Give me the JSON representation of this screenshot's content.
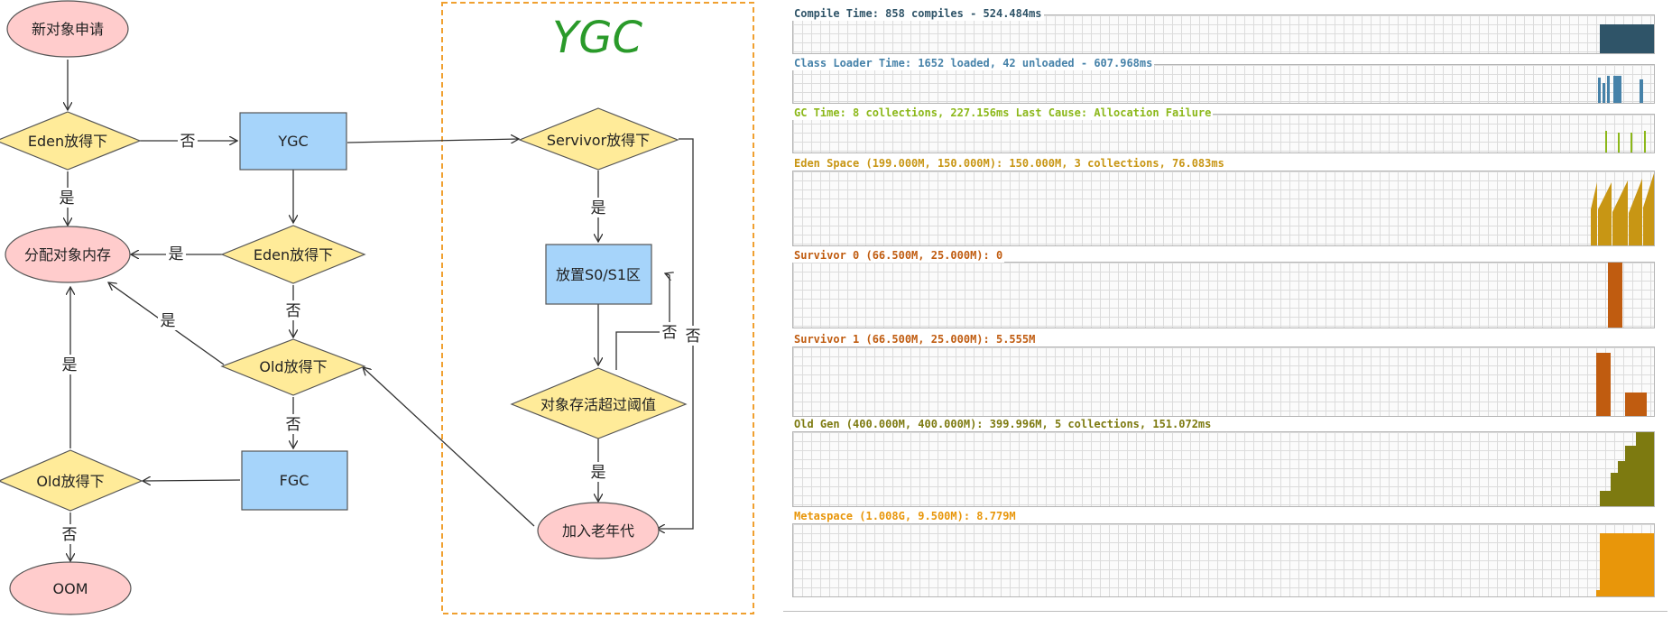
{
  "flow": {
    "title": "YGC",
    "nodes": {
      "new_request": "新对象申请",
      "eden_fit_1": "Eden放得下",
      "ygc": "YGC",
      "allocate": "分配对象内存",
      "eden_fit_2": "Eden放得下",
      "old_fit_1": "Old放得下",
      "fgc": "FGC",
      "old_fit_2": "Old放得下",
      "oom": "OOM",
      "survivor_fit": "Servivor放得下",
      "place_s0s1": "放置S0/S1区",
      "age_threshold": "对象存活超过阈值",
      "old_gen": "加入老年代"
    },
    "edge_labels": {
      "yes": "是",
      "no": "否"
    },
    "colors": {
      "ellipse_fill": "#ffcccc",
      "diamond_fill": "#ffeb99",
      "rect_fill": "#a6d4fa",
      "title_color": "#2a9a2a",
      "dashed_border": "#f0a030"
    }
  },
  "gc_panels": [
    {
      "title": "Compile Time: 858 compiles - 524.484ms",
      "color": "#2f5468"
    },
    {
      "title": "Class Loader Time: 1652 loaded, 42 unloaded - 607.968ms",
      "color": "#4682a9"
    },
    {
      "title": "GC Time: 8 collections, 227.156ms Last Cause: Allocation Failure",
      "color": "#8cb81a"
    },
    {
      "title": "Eden Space (199.000M, 150.000M): 150.000M, 3 collections, 76.083ms",
      "color": "#c89614"
    },
    {
      "title": "Survivor 0 (66.500M, 25.000M): 0",
      "color": "#c05c10"
    },
    {
      "title": "Survivor 1 (66.500M, 25.000M): 5.555M",
      "color": "#c05c10"
    },
    {
      "title": "Old Gen (400.000M, 400.000M): 399.996M, 5 collections, 151.072ms",
      "color": "#7d7a10"
    },
    {
      "title": "Metaspace (1.008G, 9.500M): 8.779M",
      "color": "#e8960a"
    }
  ]
}
